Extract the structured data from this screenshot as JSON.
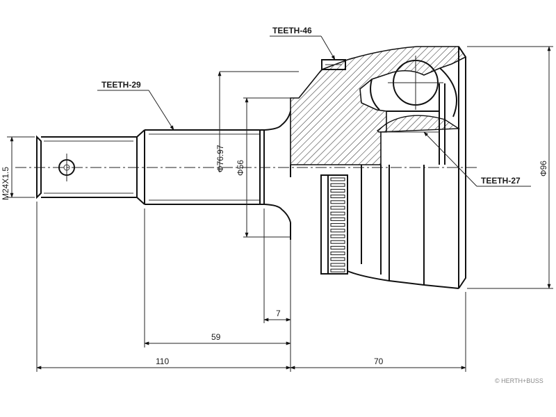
{
  "labels": {
    "teeth_outer": "TEETH-46",
    "teeth_shaft": "TEETH-29",
    "teeth_inner": "TEETH-27",
    "thread": "M24X1.5",
    "dia_flange": "Φ76.97",
    "dia_seat": "Φ56",
    "dia_housing": "Φ96",
    "len_seat": "7",
    "len_spline": "59",
    "len_shaft": "110",
    "len_housing": "70"
  },
  "watermark": "© HERTH+BUSS",
  "colors": {
    "line": "#1a1a1a",
    "background": "#ffffff"
  }
}
